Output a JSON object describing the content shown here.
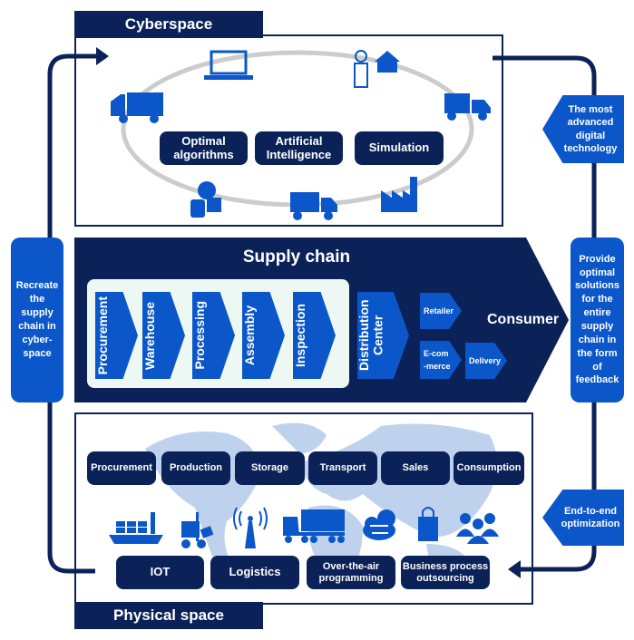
{
  "colors": {
    "navy": "#0b2259",
    "blue": "#0b57c9",
    "light_box": "#eef8f2",
    "map": "#b7cdec",
    "cycle_arrow": "#cccccc"
  },
  "cyberspace": {
    "title": "Cyberspace",
    "boxes": [
      "Optimal algorithms",
      "Artificial Intelligence",
      "Simulation"
    ],
    "icons": [
      "laptop-icon",
      "person-house-icon",
      "truck-icon",
      "factory-icon",
      "truck-icon",
      "gear-server-icon",
      "truck-icon"
    ]
  },
  "side": {
    "left": "Recreate the supply chain in cyber-space",
    "right": "Provide optimal solutions for the entire supply chain in the form of feedback",
    "top_right": "The most advanced digital technology",
    "bottom_right": "End-to-end optimization"
  },
  "supply_chain": {
    "title": "Supply chain",
    "stages": [
      "Procurement",
      "Warehouse",
      "Processing",
      "Assembly",
      "Inspection"
    ],
    "distribution": "Distribution Center",
    "retailer": "Retailer",
    "ecommerce": "E-com-merce",
    "delivery": "Delivery",
    "consumer": "Consumer"
  },
  "physical": {
    "title": "Physical space",
    "top_boxes": [
      "Procurement",
      "Production",
      "Storage",
      "Transport",
      "Sales",
      "Consumption"
    ],
    "icons": [
      "ship-icon",
      "forklift-icon",
      "antenna-icon",
      "truck-icon",
      "cloud-transfer-icon",
      "shopping-bag-icon",
      "people-icon"
    ],
    "bottom_boxes": [
      "IOT",
      "Logistics",
      "Over-the-air programming",
      "Business process outsourcing"
    ]
  }
}
